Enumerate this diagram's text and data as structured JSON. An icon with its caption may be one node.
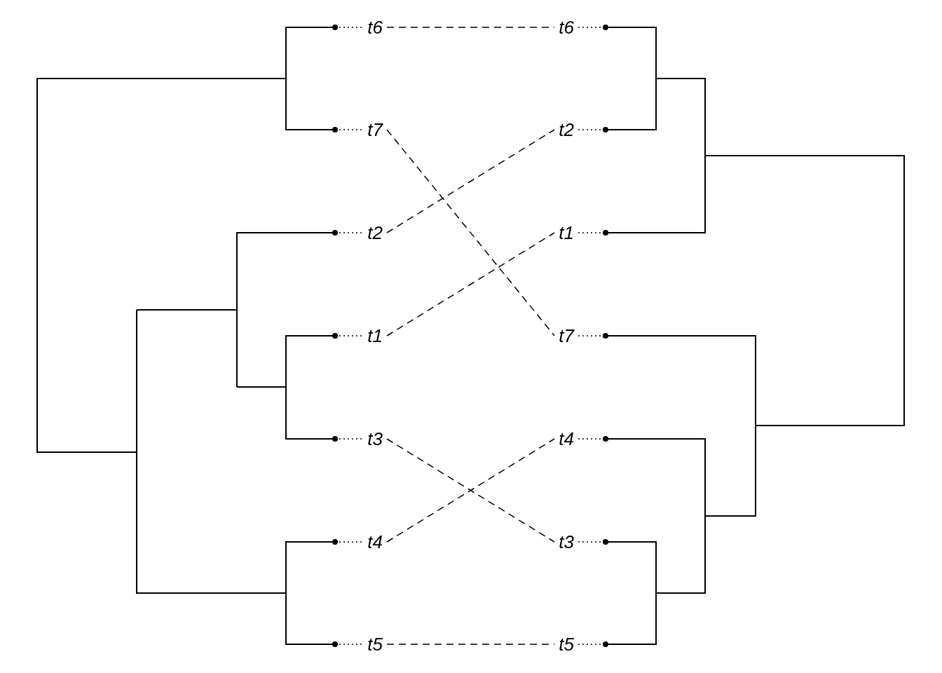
{
  "diagram": {
    "nodes": [
      {
        "text": [
          "t6"
        ]
      },
      {
        "text": [
          "t7"
        ]
      },
      {
        "text": [
          "t2"
        ]
      },
      {
        "text": [
          "t1"
        ]
      },
      {
        "text": [
          "t3"
        ]
      },
      {
        "text": [
          "t4"
        ]
      },
      {
        "text": [
          "t5"
        ]
      },
      {
        "text": [
          "t6"
        ]
      },
      {
        "text": [
          "t2"
        ]
      },
      {
        "text": [
          "t1"
        ]
      },
      {
        "text": [
          "t7"
        ]
      },
      {
        "text": [
          "t4"
        ]
      },
      {
        "text": [
          "t3"
        ]
      },
      {
        "text": [
          "t5"
        ]
      }
    ],
    "edges": [
      {
        "from": 0,
        "to": 7,
        "arrow": "none",
        "style": "dashed"
      },
      {
        "from": 1,
        "to": 10,
        "arrow": "none",
        "style": "dashed"
      },
      {
        "from": 2,
        "to": 8,
        "arrow": "none",
        "style": "dashed"
      },
      {
        "from": 3,
        "to": 9,
        "arrow": "none",
        "style": "dashed"
      },
      {
        "from": 4,
        "to": 12,
        "arrow": "none",
        "style": "dashed"
      },
      {
        "from": 5,
        "to": 11,
        "arrow": "none",
        "style": "dashed"
      },
      {
        "from": 6,
        "to": 13,
        "arrow": "none",
        "style": "dashed"
      }
    ]
  }
}
